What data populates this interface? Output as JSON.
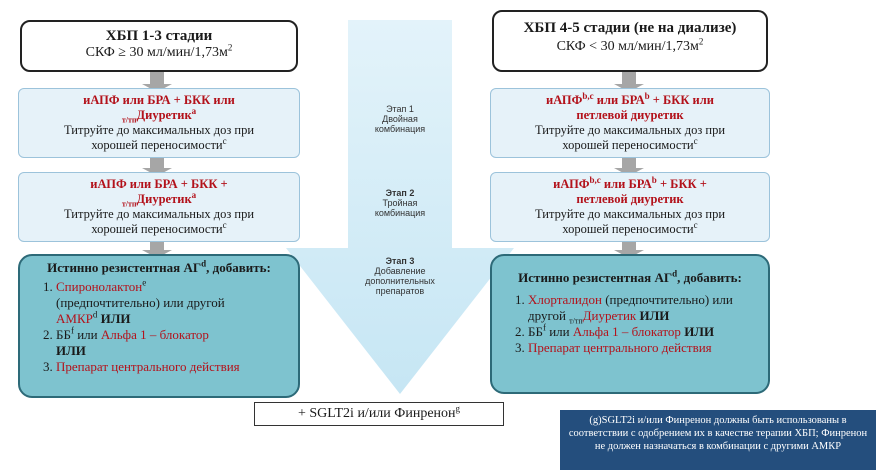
{
  "left": {
    "header_title": "ХБП 1-3 стадии",
    "header_sub": "СКФ ≥ 30 мл/мин/1,73м",
    "header_sup": "2",
    "step1": {
      "red_line1": "иАПФ или БРА + БКК или",
      "red_sub": "т/тп",
      "red_line2": "Диуретик",
      "red_sup": "a",
      "text": "Титруйте до максимальных доз при хорошей переносимости",
      "text_sup": "c"
    },
    "step2": {
      "red_line1": "иАПФ или БРА + БКК +",
      "red_sub": "т/тп",
      "red_line2": "Диуретик",
      "red_sup": "a",
      "text": "Титруйте до максимальных доз при хорошей переносимости",
      "text_sup": "c"
    },
    "resistant": {
      "title": "Истинно резистентная АГ",
      "title_sup": "d",
      "title2": ", добавить:",
      "item1_red": "Спиронолактон",
      "item1_sup": "e",
      "item1_text": "(предпочтительно) или другой",
      "item1_red2": "АМКР",
      "item1_sup2": "d",
      "item1_bold": "ИЛИ",
      "item2_black": "ББ",
      "item2_sup": "f",
      "item2_or": "или",
      "item2_red": "Альфа 1 – блокатор",
      "item2_bold": "ИЛИ",
      "item3_red": "Препарат центрального действия"
    }
  },
  "right": {
    "header_title": "ХБП 4-5 стадии (не на диализе)",
    "header_sub": "СКФ < 30 мл/мин/1,73м",
    "header_sup": "2",
    "step1": {
      "red_a": "иАПФ",
      "sup_a": "b,c",
      "red_b": "или БРА",
      "sup_b": "b",
      "red_c": "+ БКК или",
      "red_line2": "петлевой диуретик",
      "text": "Титруйте до максимальных доз при хорошей переносимости",
      "text_sup": "c"
    },
    "step2": {
      "red_a": "иАПФ",
      "sup_a": "b,c",
      "red_b": "или БРА",
      "sup_b": "b",
      "red_c": "+ БКК +",
      "red_line2": "петлевой диуретик",
      "text": "Титруйте до максимальных доз при хорошей переносимости",
      "text_sup": "c"
    },
    "resistant": {
      "title": "Истинно резистентная АГ",
      "title_sup": "d",
      "title2": ", добавить:",
      "item1_red": "Хлорталидон",
      "item1_text": "(предпочтительно) или другой",
      "item1_sub": "т/тп",
      "item1_red2": "Диуретик",
      "item1_bold": "ИЛИ",
      "item2_black": "ББ",
      "item2_sup": "f",
      "item2_or": "или",
      "item2_red": "Альфа 1 – блокатор",
      "item2_bold": "ИЛИ",
      "item3_red": "Препарат центрального действия"
    }
  },
  "center": {
    "stage1_title": "Этап 1",
    "stage1_text": "Двойная комбинация",
    "stage2_title": "Этап 2",
    "stage2_text": "Тройная комбинация",
    "stage3_title": "Этап 3",
    "stage3_text": "Добавление дополнительных препаратов"
  },
  "bottom": {
    "sglt_text": "+ SGLT2i и/или Финренон",
    "sglt_sup": "g",
    "note": "(g)SGLT2i и/или Финренон должны быть использованы в соответствии с одобрением их в качестве терапии ХБП; Финренон не должен назначаться в комбинации с другими АМКР"
  },
  "colors": {
    "red": "#b3121b",
    "step_bg": "#e6f2f9",
    "resistant_bg": "#7ec3cf",
    "arrow": "#cde9f6",
    "note_bg": "#244e7d"
  }
}
